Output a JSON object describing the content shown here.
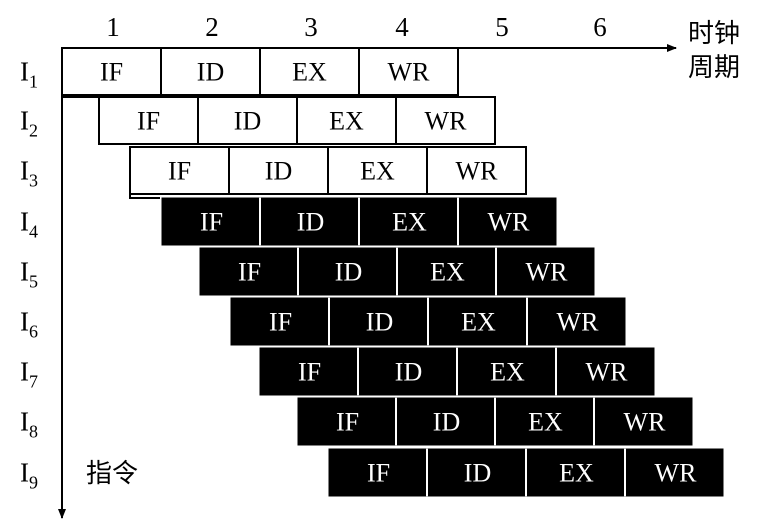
{
  "diagram": {
    "x_axis_label_line1": "时钟",
    "x_axis_label_line2": "周期",
    "y_axis_label": "指令",
    "cycle_numbers": [
      "1",
      "2",
      "3",
      "4",
      "5",
      "6"
    ],
    "stages": [
      "IF",
      "ID",
      "EX",
      "WR"
    ],
    "instructions": [
      {
        "name": "I",
        "sub": "1",
        "style": "white"
      },
      {
        "name": "I",
        "sub": "2",
        "style": "white"
      },
      {
        "name": "I",
        "sub": "3",
        "style": "white"
      },
      {
        "name": "I",
        "sub": "4",
        "style": "black"
      },
      {
        "name": "I",
        "sub": "5",
        "style": "black"
      },
      {
        "name": "I",
        "sub": "6",
        "style": "black"
      },
      {
        "name": "I",
        "sub": "7",
        "style": "black"
      },
      {
        "name": "I",
        "sub": "8",
        "style": "black"
      },
      {
        "name": "I",
        "sub": "9",
        "style": "black"
      }
    ],
    "colors": {
      "white_fill": "#ffffff",
      "black_fill": "#000000",
      "line": "#000000"
    }
  }
}
